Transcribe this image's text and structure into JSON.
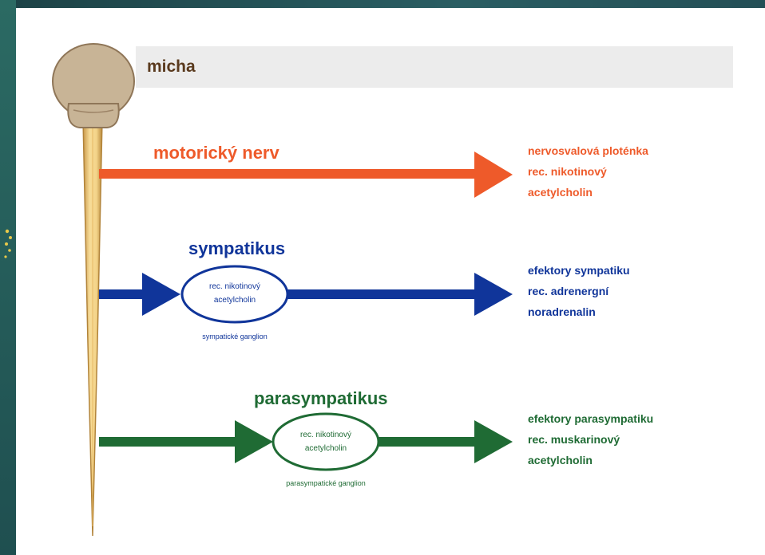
{
  "header": {
    "title": "micha"
  },
  "motor": {
    "label": "motorický nerv",
    "effector_lines": [
      "nervosvalová ploténka",
      "rec. nikotinový",
      "acetylcholin"
    ],
    "color": "#ee5a2a"
  },
  "sympathetic": {
    "label": "sympatikus",
    "ganglion_lines": [
      "rec. nikotinový",
      "acetylcholin"
    ],
    "ganglion_caption": "sympatické ganglion",
    "effector_lines": [
      "efektory sympatiku",
      "rec. adrenergní",
      "noradrenalin"
    ],
    "color": "#10359a"
  },
  "parasympathetic": {
    "label": "parasympatikus",
    "ganglion_lines": [
      "rec. nikotinový",
      "acetylcholin"
    ],
    "ganglion_caption": "parasympatické ganglion",
    "effector_lines": [
      "efektory parasympatiku",
      "rec. muskarinový",
      "acetylcholin"
    ],
    "color": "#1f6b34"
  }
}
